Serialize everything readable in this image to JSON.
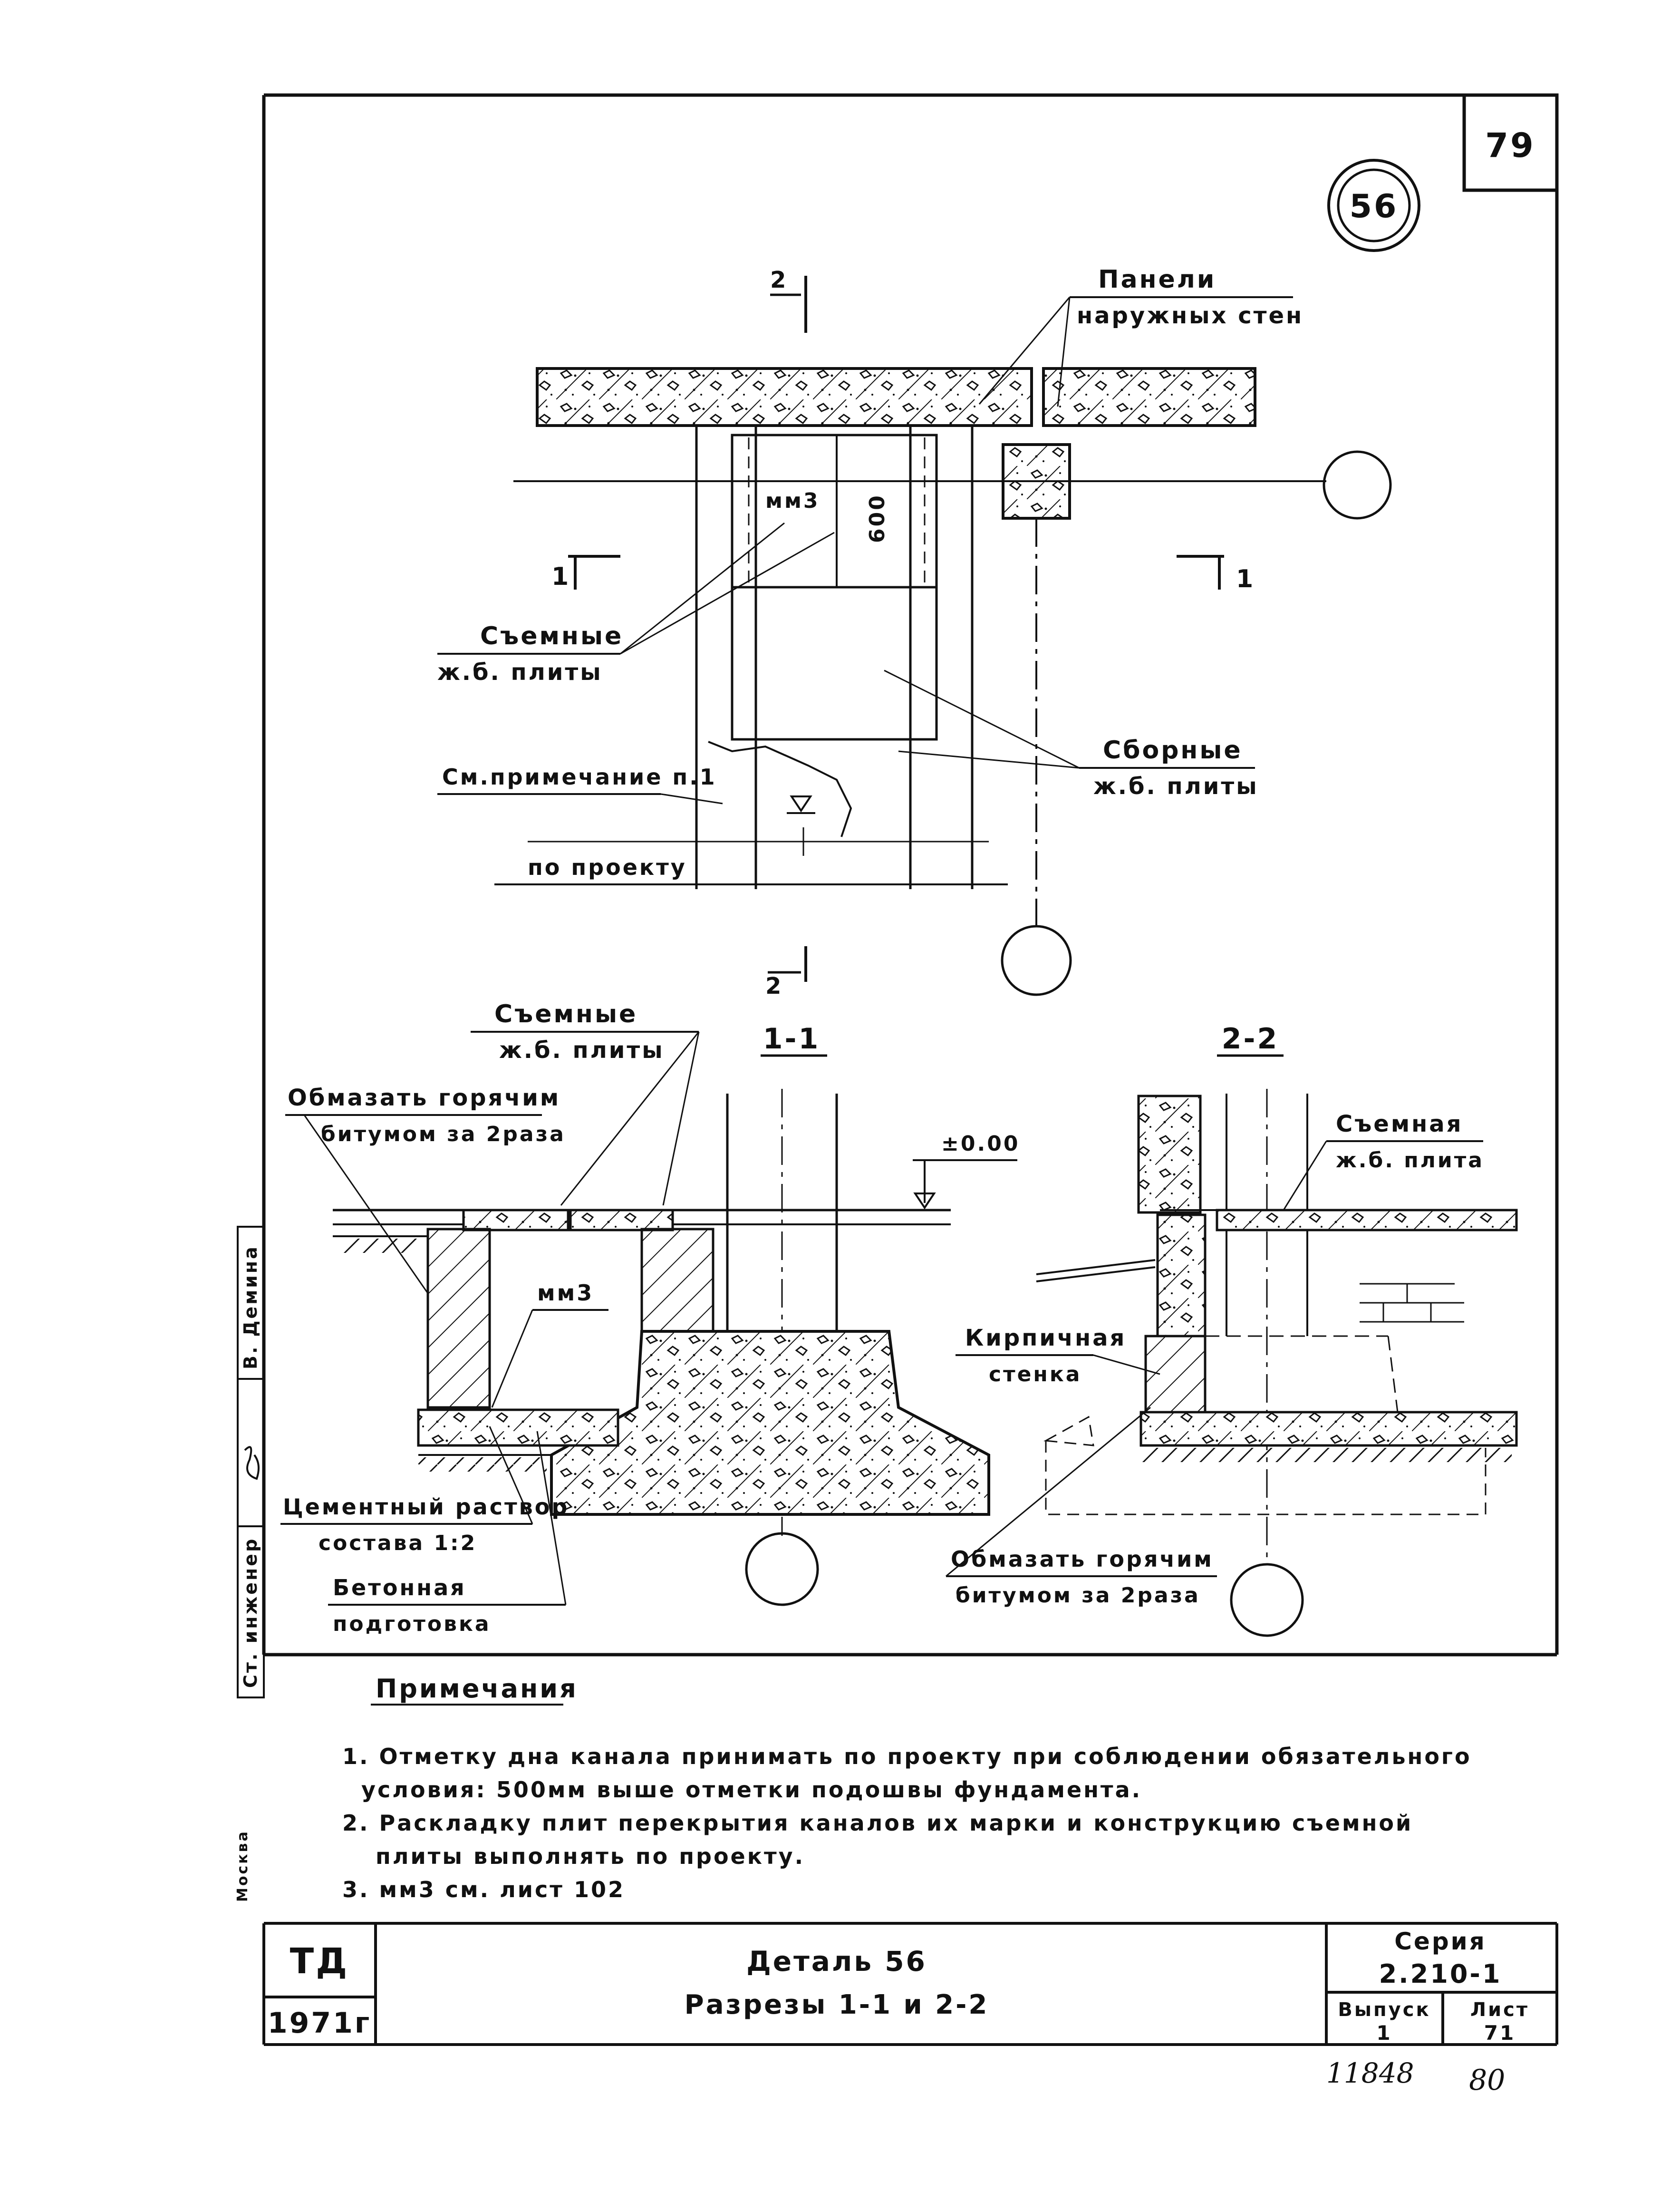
{
  "sheet_corner_number": "79",
  "detail_marker": "56",
  "plan": {
    "panels_label_1": "Панели",
    "panels_label_2": "наружных стен",
    "mm3_label": "мм3",
    "dim_600": "600",
    "removable_1": "Съемные",
    "removable_2": "ж.б. плиты",
    "note_ref": "См.примечание п.1",
    "by_project": "по проекту",
    "precast_1": "Сборные",
    "precast_2": "ж.б. плиты",
    "cut_1_left": "1",
    "cut_1_right": "1",
    "cut_2_top": "2",
    "cut_2_bottom": "2"
  },
  "section_11": {
    "title": "1-1",
    "removable_1": "Съемные",
    "removable_2": "ж.б. плиты",
    "coat_1": "Обмазать горячим",
    "coat_2": "битумом за 2раза",
    "level": "±0.00",
    "mm3_label": "мм3",
    "mortar_1": "Цементный раствор",
    "mortar_2": "состава 1:2",
    "concrete_1": "Бетонная",
    "concrete_2": "подготовка"
  },
  "section_22": {
    "title": "2-2",
    "removable_1": "Съемная",
    "removable_2": "ж.б. плита",
    "brick_1": "Кирпичная",
    "brick_2": "стенка",
    "coat_1": "Обмазать горячим",
    "coat_2": "битумом за 2раза"
  },
  "notes": {
    "title": "Примечания",
    "line1": "1. Отметку дна канала принимать по проекту при соблюдении обязательного",
    "line2": "условия: 500мм выше отметки подошвы фундамента.",
    "line3": "2. Раскладку плит перекрытия каналов их марки и конструкцию съемной",
    "line4": "плиты выполнять по проекту.",
    "line5": "3. мм3 см. лист 102"
  },
  "side_stamp": {
    "role": "Ст. инженер",
    "name": "В. Демина"
  },
  "side_text": "Москва",
  "title_block": {
    "org": "ТД",
    "year": "1971г",
    "title_1": "Деталь 56",
    "title_2": "Разрезы 1-1 и 2-2",
    "series_label": "Серия",
    "series_value": "2.210-1",
    "issue_label": "Выпуск",
    "issue_value": "1",
    "sheet_label": "Лист",
    "sheet_value": "71"
  },
  "handwritten_1": "11848",
  "handwritten_2": "80"
}
